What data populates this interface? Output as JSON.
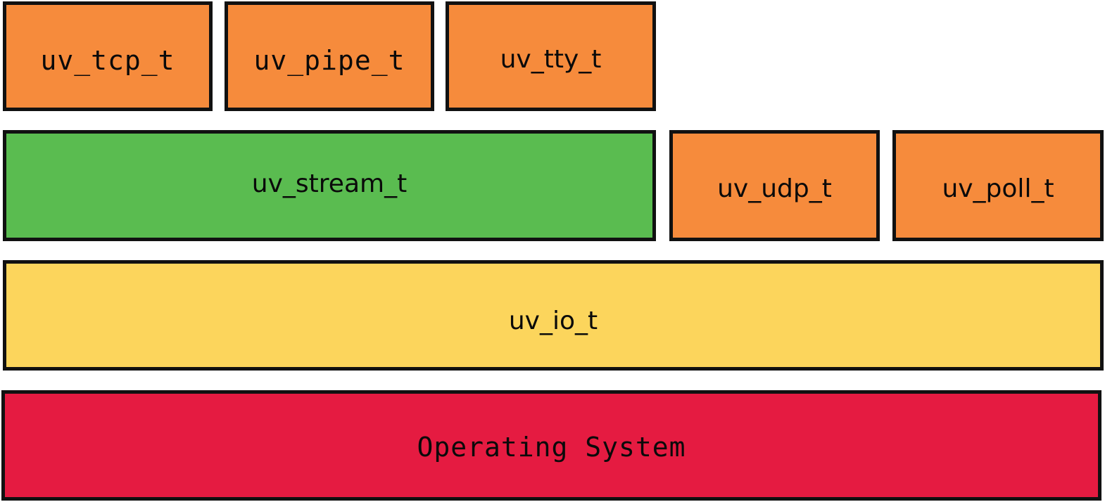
{
  "diagram": {
    "layers": {
      "handles_row": [
        {
          "label": "uv_tcp_t",
          "color": "#F68B3C"
        },
        {
          "label": "uv_pipe_t",
          "color": "#F68B3C"
        },
        {
          "label": "uv_tty_t",
          "color": "#F68B3C"
        }
      ],
      "stream_row": [
        {
          "label": "uv_stream_t",
          "color": "#5ABC50"
        },
        {
          "label": "uv_udp_t",
          "color": "#F68B3C"
        },
        {
          "label": "uv_poll_t",
          "color": "#F68B3C"
        }
      ],
      "io_row": {
        "label": "uv_io_t",
        "color": "#FCD55C"
      },
      "os_row": {
        "label": "Operating System",
        "color": "#E51B41"
      }
    }
  }
}
